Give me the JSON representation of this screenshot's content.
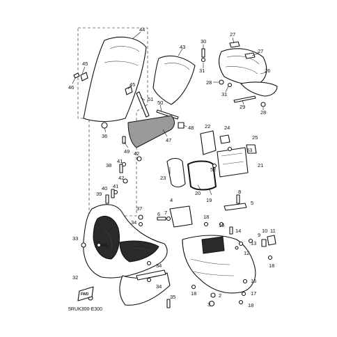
{
  "diagram_code": "5RUK300-E300",
  "fwd_label": "FWD",
  "callouts": {
    "c44": "44",
    "c45a": "45",
    "c46": "46",
    "c45b": "45",
    "c51": "51",
    "c50": "50",
    "c36": "36",
    "c43": "43",
    "c49": "49",
    "c47": "47",
    "c48": "48",
    "c30": "30",
    "c27a": "27",
    "c27b": "27",
    "c31a": "31",
    "c26": "26",
    "c28a": "28",
    "c31b": "31",
    "c29": "29",
    "c28b": "28",
    "c22": "22",
    "c24": "24",
    "c25": "25",
    "c53": "53",
    "c52": "52",
    "c21": "21",
    "c23": "23",
    "c20": "20",
    "c19": "19",
    "c42a": "42",
    "c38": "38",
    "c41a": "41",
    "c42b": "42",
    "c40": "40",
    "c41b": "41",
    "c39": "39",
    "c37": "37",
    "c4": "4",
    "c6": "6",
    "c7": "7",
    "c34a": "34",
    "c34b": "34",
    "c33a": "33",
    "c34c": "34",
    "c34d": "34",
    "c32": "32",
    "c33b": "33",
    "c35": "35",
    "c8": "8",
    "c5": "5",
    "c18a": "18",
    "c15": "15",
    "c14": "14",
    "c12": "12",
    "c13": "13",
    "c9": "9",
    "c10": "10",
    "c11": "11",
    "c18b": "18",
    "c18c": "18",
    "c2": "2",
    "c3": "3",
    "c16": "16",
    "c17": "17",
    "c18d": "18"
  }
}
